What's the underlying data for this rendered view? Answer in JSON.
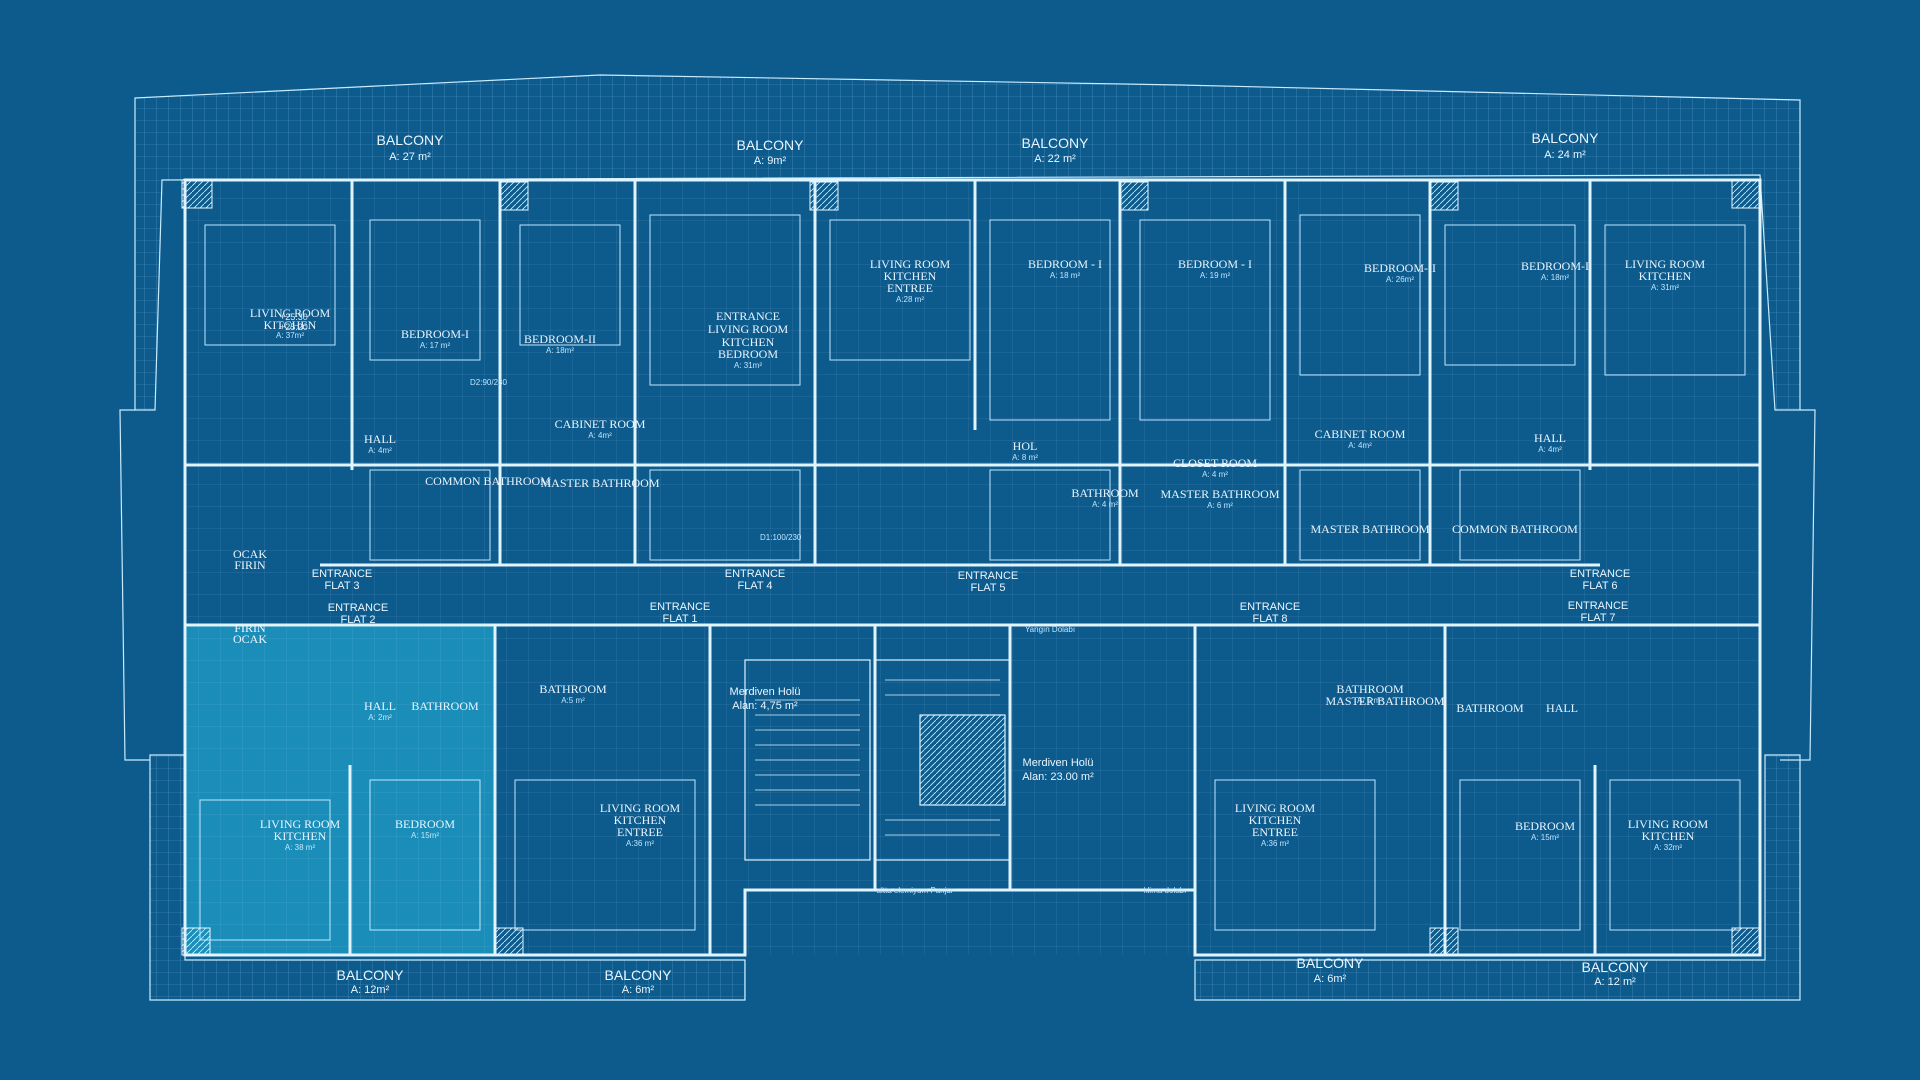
{
  "colors": {
    "background": "#0d5a8c",
    "line": "#c8ecff",
    "highlight": "#1e9bc4"
  },
  "balconies": [
    {
      "label": "BALCONY",
      "area": "A: 27 m²"
    },
    {
      "label": "BALCONY",
      "area": "A: 9m²"
    },
    {
      "label": "BALCONY",
      "area": "A: 22 m²"
    },
    {
      "label": "BALCONY",
      "area": "A: 24 m²"
    },
    {
      "label": "BALCONY",
      "area": "A: 12m²"
    },
    {
      "label": "BALCONY",
      "area": "A: 6m²"
    },
    {
      "label": "BALCONY",
      "area": "A: 6m²"
    },
    {
      "label": "BALCONY",
      "area": "A: 12 m²"
    }
  ],
  "rooms": [
    {
      "name": "LIVING ROOM",
      "sub": "KITCHEN",
      "area": "A: 37m²"
    },
    {
      "name": "BEDROOM-I",
      "sub": "",
      "area": "A: 17 m²"
    },
    {
      "name": "BEDROOM-II",
      "sub": "",
      "area": "A: 18m²"
    },
    {
      "name": "ENTRANCE",
      "sub": "LIVING ROOM",
      "sub2": "KITCHEN",
      "sub3": "BEDROOM",
      "area": "A: 31m²"
    },
    {
      "name": "LIVING ROOM",
      "sub": "KITCHEN",
      "sub2": "ENTREE",
      "area": "A:28 m²"
    },
    {
      "name": "BEDROOM - I",
      "sub": "",
      "area": "A: 18 m²"
    },
    {
      "name": "BEDROOM - I",
      "sub": "",
      "area": "A: 19 m²"
    },
    {
      "name": "BEDROOM-II",
      "sub": "",
      "area": "A: 26m²"
    },
    {
      "name": "BEDROOM-I",
      "sub": "",
      "area": "A: 18m²"
    },
    {
      "name": "LIVING ROOM",
      "sub": "KITCHEN",
      "area": "A: 31m²"
    },
    {
      "name": "HALL",
      "area": "A: 4m²"
    },
    {
      "name": "CABINET ROOM",
      "area": "A: 4m²"
    },
    {
      "name": "COMMON BATHROOM",
      "area": ""
    },
    {
      "name": "MASTER BATHROOM",
      "area": ""
    },
    {
      "name": "HOL",
      "area": "A: 8 m²"
    },
    {
      "name": "BATHROOM",
      "area": "A: 4 m²"
    },
    {
      "name": "CLOSET ROOM",
      "area": "A: 4 m²"
    },
    {
      "name": "MASTER BATHROOM",
      "area": "A: 6 m²"
    },
    {
      "name": "CABINET ROOM",
      "area": "A: 4m²"
    },
    {
      "name": "HALL",
      "area": "A: 4m²"
    },
    {
      "name": "MASTER BATHROOM",
      "area": ""
    },
    {
      "name": "COMMON BATHROOM",
      "area": ""
    },
    {
      "name": "HALL",
      "area": "A: 2m²"
    },
    {
      "name": "BATHROOM",
      "area": ""
    },
    {
      "name": "LIVING ROOM",
      "sub": "KITCHEN",
      "area": "A: 38 m²"
    },
    {
      "name": "BEDROOM",
      "area": "A: 15m²"
    },
    {
      "name": "BATHROOM",
      "area": "A:5 m²"
    },
    {
      "name": "LIVING ROOM",
      "sub": "KITCHEN",
      "sub2": "ENTREE",
      "area": "A:36 m²"
    },
    {
      "name": "BATHROOM",
      "area": "A: 5 m²"
    },
    {
      "name": "LIVING ROOM",
      "sub": "KITCHEN",
      "sub2": "ENTREE",
      "area": "A:36 m²"
    },
    {
      "name": "BATHROOM",
      "area": ""
    },
    {
      "name": "HALL",
      "area": ""
    },
    {
      "name": "BEDROOM",
      "area": "A: 15m²"
    },
    {
      "name": "LIVING ROOM",
      "sub": "KITCHEN",
      "area": "A: 32m²"
    },
    {
      "name": "MASTER BATHROOM",
      "area": ""
    }
  ],
  "entrances": [
    {
      "label": "ENTRANCE",
      "flat": "FLAT 3"
    },
    {
      "label": "ENTRANCE",
      "flat": "FLAT 4"
    },
    {
      "label": "ENTRANCE",
      "flat": "FLAT 5"
    },
    {
      "label": "ENTRANCE",
      "flat": "FLAT 6"
    },
    {
      "label": "ENTRANCE",
      "flat": "FLAT 2"
    },
    {
      "label": "ENTRANCE",
      "flat": "FLAT 1"
    },
    {
      "label": "ENTRANCE",
      "flat": "FLAT 8"
    },
    {
      "label": "ENTRANCE",
      "flat": "FLAT 7"
    }
  ],
  "stairs": [
    {
      "name": "Merdiven Holü",
      "area": "Alan: 4,75 m²"
    },
    {
      "name": "Merdiven Holü",
      "area": "Alan: 23.00 m²"
    }
  ],
  "misc": {
    "ocak_firin": "OCAK",
    "firin": "FIRIN",
    "firin2": "FIRIN",
    "ocak2": "OCAK",
    "level_a": "+25.30",
    "level_b": "+25.20",
    "kitchen_note": "altta elemiyum Panjur",
    "klima": "klima dolabı",
    "yangin": "Yangın Dolabı",
    "door_a": "D2:90/230",
    "door_b": "D1:100/230"
  }
}
